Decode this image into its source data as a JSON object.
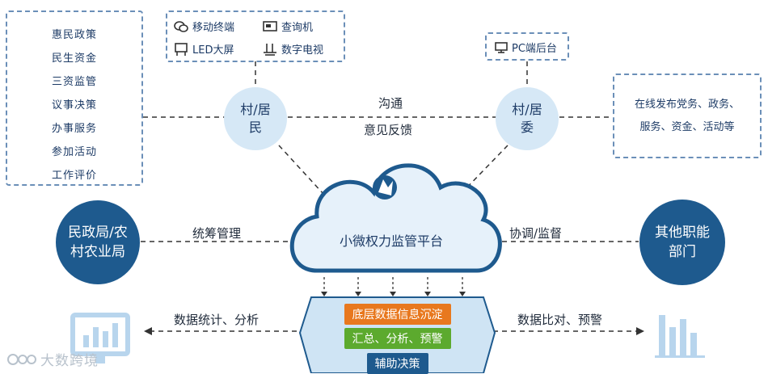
{
  "left_list": [
    "惠民政策",
    "民生资金",
    "三资监管",
    "议事决策",
    "办事服务",
    "参加活动",
    "工作评价"
  ],
  "terminals": {
    "mobile": "移动终端",
    "kiosk": "查询机",
    "led": "LED大屏",
    "tv": "数字电视"
  },
  "pc_backend": "PC端后台",
  "right_box_lines": [
    "在线发布党务、政务、",
    "服务、资金、活动等"
  ],
  "villager": [
    "村/居",
    "民"
  ],
  "committee": [
    "村/居",
    "委"
  ],
  "communicate": "沟通",
  "feedback": "意见反馈",
  "platform": "小微权力监管平台",
  "bureau": [
    "民政局/农",
    "村农业局"
  ],
  "other_depts": [
    "其他职能",
    "部门"
  ],
  "coordinate": "统筹管理",
  "supervise": "协调/监督",
  "stack": {
    "layer1": "底层数据信息沉淀",
    "layer2": "汇总、分析、预警",
    "layer3": "辅助决策"
  },
  "stats_label": "数据统计、分析",
  "compare_label": "数据比对、预警",
  "watermark": "大数跨境",
  "colors": {
    "dark_circle": "#1e5a8e",
    "light_circle": "#d6e8f6",
    "layer1": "#e8781e",
    "layer2": "#5caa2e",
    "layer3": "#1e5a8e",
    "dash_border": "#6b8fb8"
  }
}
